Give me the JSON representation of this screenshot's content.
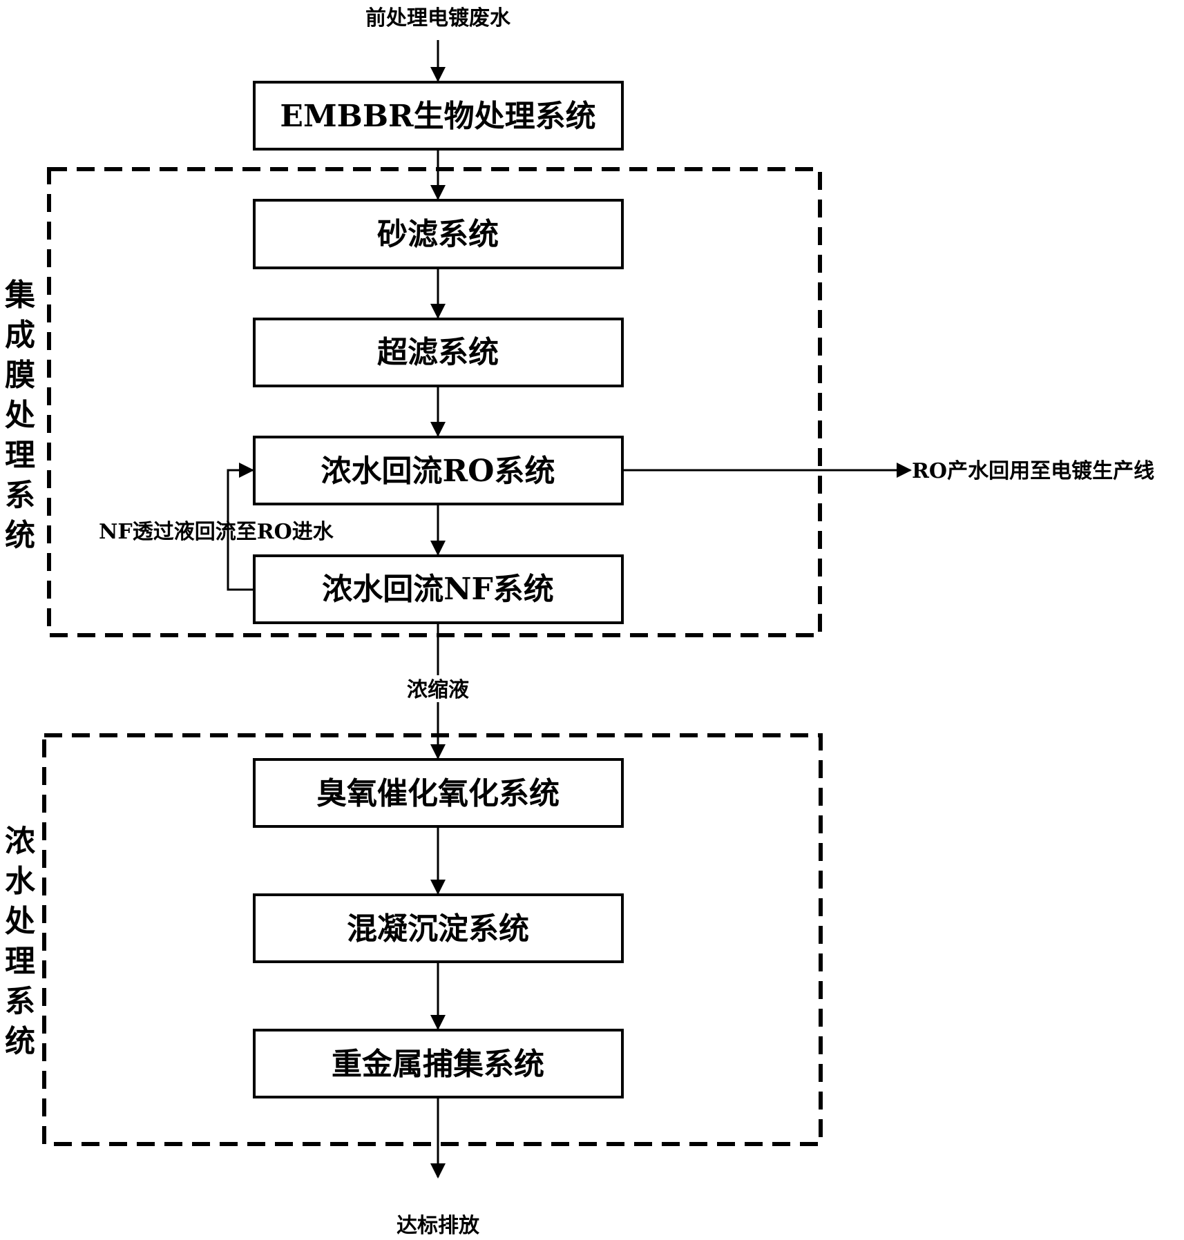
{
  "inlet_label": "前处理电镀废水",
  "outlet_label": "达标排放",
  "boxes": {
    "embbr": "EMBBR生物处理系统",
    "sand_filter": "砂滤系统",
    "ultrafiltration": "超滤系统",
    "ro": "浓水回流RO系统",
    "nf": "浓水回流NF系统",
    "ozone": "臭氧催化氧化系统",
    "coagulation": "混凝沉淀系统",
    "heavy_metal": "重金属捕集系统"
  },
  "groups": {
    "membrane": [
      "集",
      "成",
      "膜",
      "处",
      "理",
      "系",
      "统"
    ],
    "concentrate": [
      "浓",
      "水",
      "处",
      "理",
      "系",
      "统"
    ]
  },
  "flows": {
    "ro_product": "RO产水回用至电镀生产线",
    "nf_recycle": "NF透过液回流至RO进水",
    "concentrate": "浓缩液"
  }
}
